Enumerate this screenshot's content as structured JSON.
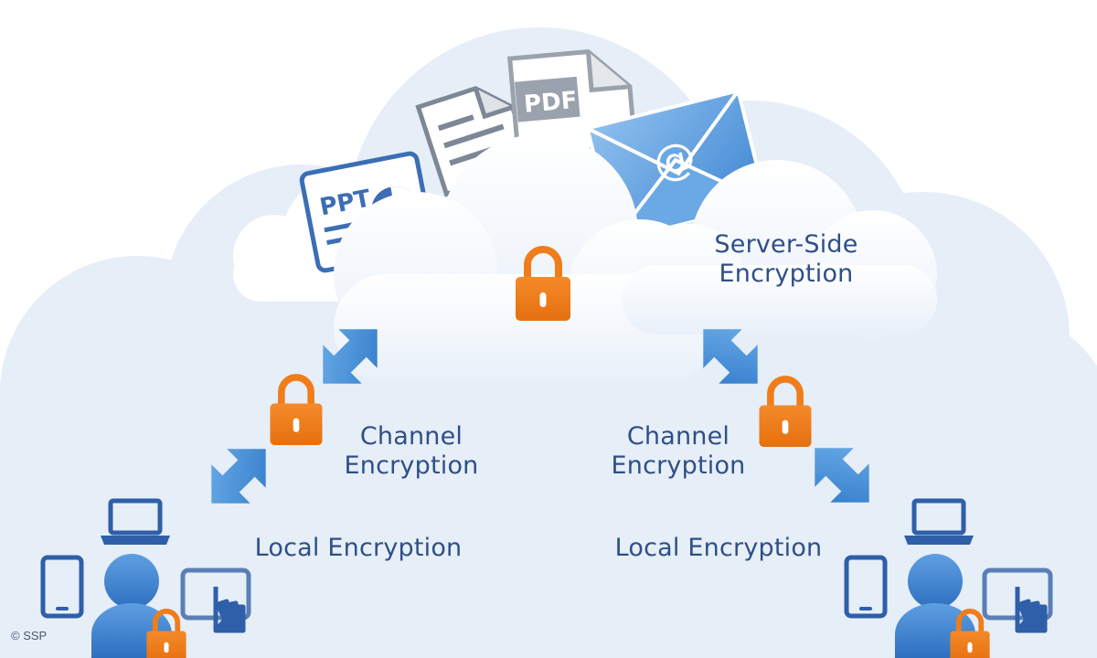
{
  "labels": {
    "server_side": [
      "Server-Side",
      "Encryption"
    ],
    "channel_left": [
      "Channel",
      "Encryption"
    ],
    "channel_right": [
      "Channel",
      "Encryption"
    ],
    "local_left": "Local Encryption",
    "local_right": "Local Encryption"
  },
  "documents": {
    "ppt_label": "PPT",
    "pdf_label": "PDF",
    "email_symbol": "@"
  },
  "copyright": "© SSP",
  "colors": {
    "cloud_background": "#e6eef8",
    "cloud_white": "#ffffff",
    "lock_orange": "#f07d1a",
    "text_blue": "#2f4f86",
    "device_blue": "#3a79c9",
    "arrow_blue": "#4f97dc"
  },
  "icons": [
    "ppt-document-icon",
    "text-document-icon",
    "pdf-document-icon",
    "email-envelope-icon",
    "padlock-icon",
    "bidirectional-arrow-icon",
    "laptop-icon",
    "smartphone-icon",
    "touchscreen-tablet-icon",
    "user-icon"
  ]
}
